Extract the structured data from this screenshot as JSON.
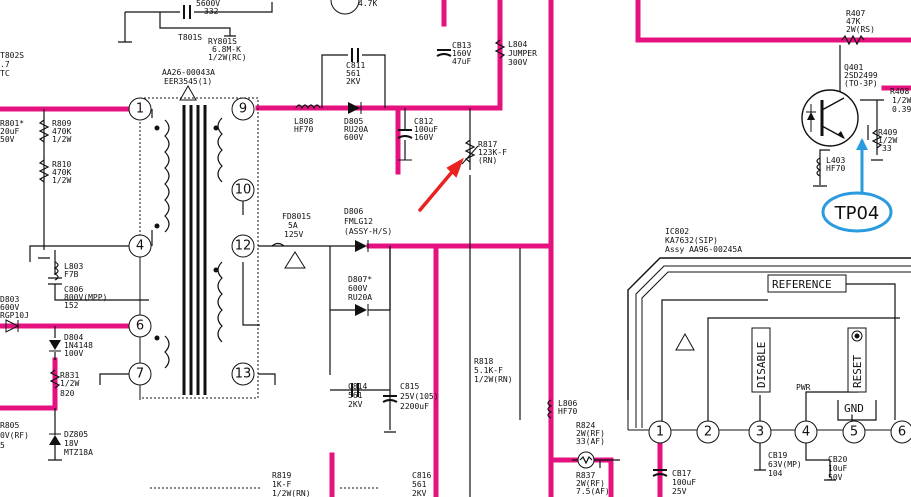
{
  "top": {
    "c_top_val": "5600V",
    "c_top_val2": "332",
    "r_top": "4.7K"
  },
  "transformer": {
    "ref": "T801S",
    "part": "AA26-00043A",
    "part2": "EER3545(1)"
  },
  "left_labels": {
    "t802": "T802S",
    "t802_a": ".7",
    "t802_b": "TC",
    "r801a": "R801*",
    "r801b": "20uF",
    "r801c": "50V",
    "r809": "R809",
    "r809v": "470K",
    "r809w": "1/2W",
    "r810": "R810",
    "r810v": "470K",
    "r810w": "1/2W",
    "l803": "L803",
    "l803v": "F7B",
    "c806": "C806",
    "c806v": "800V(MPP)",
    "c806c": "152",
    "d803": "D803",
    "d803v": "600V",
    "d803p": "RGP10J",
    "d804": "D804",
    "d804p": "1N4148",
    "d804v": "100V",
    "r831": "R831",
    "r831w": "1/2W",
    "r831v": "820",
    "r805a": "R805",
    "r805b": "0V(RF)",
    "r805c": "5",
    "dz805": "DZ805",
    "dz805v": "18V",
    "dz805p": "MTZ18A"
  },
  "ry801": {
    "ref": "RY801S",
    "val": "6.8M-K",
    "w": "1/2W(RC)"
  },
  "secondary": {
    "l808": "L808",
    "l808v": "HF70",
    "c811": "C811",
    "c811v": "561",
    "c811w": "2KV",
    "d805": "D805",
    "d805p": "RU20A",
    "d805v": "600V",
    "c812": "C812",
    "c812v": "100uF",
    "c812w": "160V",
    "cb13": "CB13",
    "cb13v": "160V",
    "cb13c": "47uF",
    "l804": "L804",
    "l804p": "JUMPER",
    "l804v": "300V",
    "r817": "R817",
    "r817v": "123K-F",
    "r817w": "(RN)",
    "fd801": "FD801S",
    "fd801a": "5A",
    "fd801v": "125V",
    "d806": "D806",
    "d806p": "FMLG12",
    "d806a": "(ASSY-H/S)",
    "d807": "D807*",
    "d807v": "600V",
    "d807p": "RU20A",
    "c814": "C814",
    "c814v": "561",
    "c814w": "2KV",
    "c815": "C815",
    "c815v": "25V(105)",
    "c815c": "2200uF",
    "r818": "R818",
    "r818v": "5.1K-F",
    "r818w": "1/2W(RN)",
    "r819": "R819",
    "r819v": "1K-F",
    "r819w": "1/2W(RN)",
    "c816": "C816",
    "c816v": "561",
    "c816w": "2KV",
    "l806": "L806",
    "l806v": "HF70",
    "r824": "R824",
    "r824a": "2W(RF)",
    "r824b": "33(AF)",
    "r837": "R837",
    "r837a": "2W(RF)",
    "r837b": "7.5(AF)",
    "cb17": "CB17",
    "cb17v": "100uF",
    "cb17w": "25V",
    "cb19": "CB19",
    "cb19v": "63V(MP)",
    "cb19c": "104",
    "cb20": "CB20",
    "cb20v": "10uF",
    "cb20w": "50V"
  },
  "right": {
    "r407": "R407",
    "r407v": "47K",
    "r407w": "2W(RS)",
    "q401": "Q401",
    "q401p": "2SD2499",
    "q401c": "(TO-3P)",
    "r408": "R408",
    "r408v": "1/2W",
    "r408c": "0.39",
    "r409": "R409",
    "r409w": "1/2W",
    "r409v": "33",
    "l403": "L403",
    "l403v": "HF70",
    "tp": "TP04"
  },
  "ic": {
    "ref": "IC802",
    "part": "KA7632(SIP)",
    "assy": "Assy AA96-00245A",
    "reference": "REFERENCE",
    "disable": "DISABLE",
    "reset": "RESET",
    "pwr": "PWR",
    "gnd": "GND"
  },
  "pins": {
    "t1": "1",
    "t4": "4",
    "t6": "6",
    "t7": "7",
    "t9": "9",
    "t10": "10",
    "t12": "12",
    "t13": "13",
    "ic1": "1",
    "ic2": "2",
    "ic3": "3",
    "ic4": "4",
    "ic5": "5",
    "ic6": "6"
  },
  "colors": {
    "trace": "#e5117f",
    "annotation_arrow": "#e8231f",
    "callout": "#2b9be0"
  }
}
